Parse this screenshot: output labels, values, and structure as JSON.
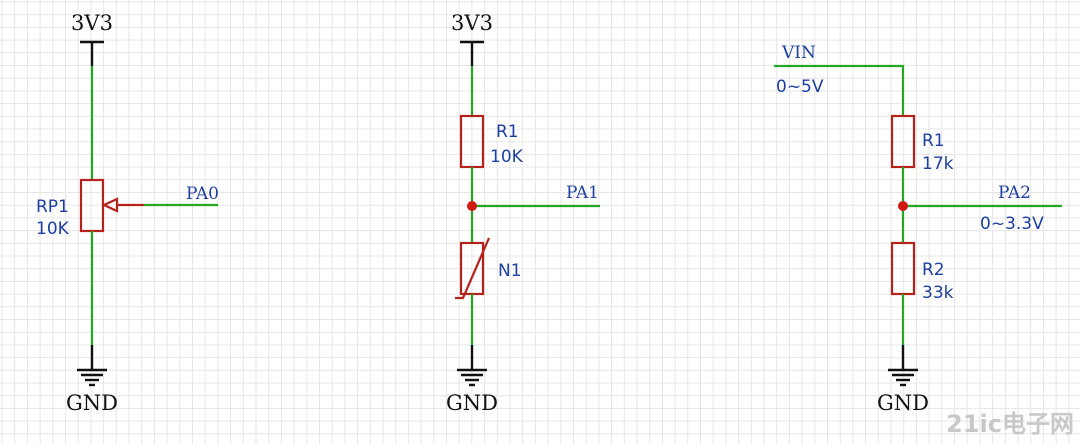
{
  "colors": {
    "wire": "#22a822",
    "component": "#b5221b",
    "junction": "#d01a10",
    "label_text": "#1d3fa0",
    "power_text": "#111111",
    "grid": "#e6e6e6"
  },
  "circuit1": {
    "power_label": "3V3",
    "component_ref": "RP1",
    "component_value": "10K",
    "net_label": "PA0",
    "ground_label": "GND"
  },
  "circuit2": {
    "power_label": "3V3",
    "resistor_ref": "R1",
    "resistor_value": "10K",
    "thermistor_ref": "N1",
    "net_label": "PA1",
    "ground_label": "GND"
  },
  "circuit3": {
    "input_label": "VIN",
    "input_range": "0~5V",
    "r1_ref": "R1",
    "r1_value": "17k",
    "r2_ref": "R2",
    "r2_value": "33k",
    "net_label": "PA2",
    "output_range": "0~3.3V",
    "ground_label": "GND"
  },
  "watermark": {
    "text": "21ic电子网"
  }
}
